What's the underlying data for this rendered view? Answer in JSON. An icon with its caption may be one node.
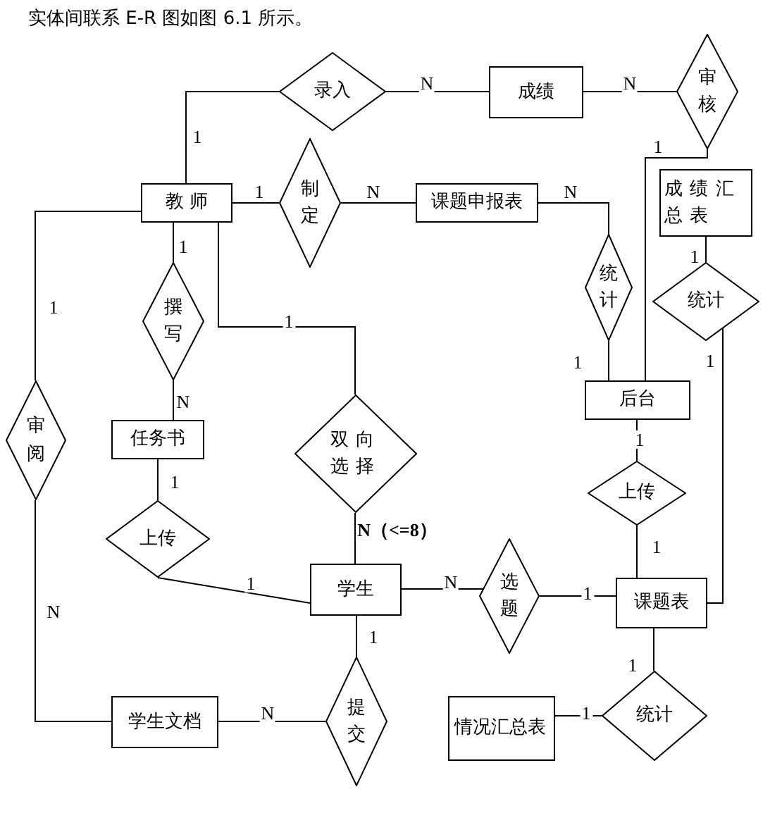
{
  "diagram": {
    "title": "实体间联系 E-R 图如图 6.1 所示。",
    "nodes": [
      {
        "text": [
          "教 师"
        ]
      },
      {
        "text": [
          "录入"
        ]
      },
      {
        "text": [
          "成绩"
        ]
      },
      {
        "text": [
          "审核"
        ]
      },
      {
        "text": [
          "制定"
        ]
      },
      {
        "text": [
          "课题申报表"
        ]
      },
      {
        "text": [
          "成绩汇总表"
        ]
      },
      {
        "text": [
          "撰写"
        ]
      },
      {
        "text": [
          "统计"
        ]
      },
      {
        "text": [
          "统计"
        ]
      },
      {
        "text": [
          "审阅"
        ]
      },
      {
        "text": [
          "任务书"
        ]
      },
      {
        "text": [
          "双向选择"
        ]
      },
      {
        "text": [
          "后台"
        ]
      },
      {
        "text": [
          "上传"
        ]
      },
      {
        "text": [
          "上传"
        ]
      },
      {
        "text": [
          "学生"
        ]
      },
      {
        "text": [
          "选题"
        ]
      },
      {
        "text": [
          "课题表"
        ]
      },
      {
        "text": [
          "学生文档"
        ]
      },
      {
        "text": [
          "提交"
        ]
      },
      {
        "text": [
          "情况汇总表"
        ]
      },
      {
        "text": [
          "统计"
        ]
      }
    ],
    "edges": [
      {
        "from": 0,
        "to": 1,
        "arrow": "none",
        "label": "1"
      },
      {
        "from": 1,
        "to": 2,
        "arrow": "none",
        "label": "N"
      },
      {
        "from": 2,
        "to": 3,
        "arrow": "none",
        "label": "N"
      },
      {
        "from": 3,
        "to": 13,
        "arrow": "none",
        "label": "1"
      },
      {
        "from": 0,
        "to": 4,
        "arrow": "none",
        "label": "1"
      },
      {
        "from": 4,
        "to": 5,
        "arrow": "none",
        "label": "N"
      },
      {
        "from": 5,
        "to": 8,
        "arrow": "none",
        "label": "N"
      },
      {
        "from": 8,
        "to": 13,
        "arrow": "none",
        "label": "1"
      },
      {
        "from": 6,
        "to": 9,
        "arrow": "none",
        "label": "1"
      },
      {
        "from": 9,
        "to": 18,
        "arrow": "none",
        "label": "1"
      },
      {
        "from": 0,
        "to": 7,
        "arrow": "none",
        "label": "1"
      },
      {
        "from": 7,
        "to": 11,
        "arrow": "none",
        "label": "N"
      },
      {
        "from": 0,
        "to": 12,
        "arrow": "none",
        "label": "1"
      },
      {
        "from": 0,
        "to": 10,
        "arrow": "none",
        "label": "1"
      },
      {
        "from": 10,
        "to": 19,
        "arrow": "none",
        "label": "N"
      },
      {
        "from": 11,
        "to": 14,
        "arrow": "none",
        "label": "1"
      },
      {
        "from": 14,
        "to": 16,
        "arrow": "none",
        "label": "1"
      },
      {
        "from": 12,
        "to": 16,
        "arrow": "none",
        "label": "N（<=8）"
      },
      {
        "from": 13,
        "to": 15,
        "arrow": "none",
        "label": "1"
      },
      {
        "from": 15,
        "to": 18,
        "arrow": "none",
        "label": "1"
      },
      {
        "from": 16,
        "to": 17,
        "arrow": "none",
        "label": "N"
      },
      {
        "from": 17,
        "to": 18,
        "arrow": "none",
        "label": "1"
      },
      {
        "from": 16,
        "to": 20,
        "arrow": "none",
        "label": "1"
      },
      {
        "from": 20,
        "to": 19,
        "arrow": "none",
        "label": "N"
      },
      {
        "from": 18,
        "to": 22,
        "arrow": "none",
        "label": "1"
      },
      {
        "from": 22,
        "to": 21,
        "arrow": "none",
        "label": "1"
      }
    ]
  }
}
